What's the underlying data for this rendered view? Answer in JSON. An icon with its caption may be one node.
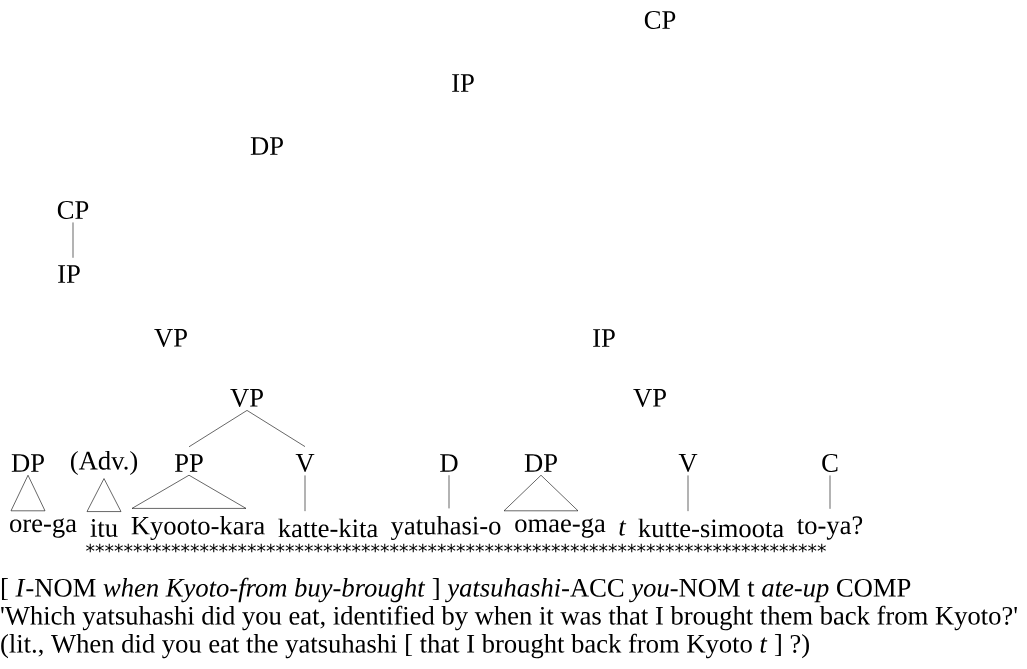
{
  "diagram": {
    "nodes": [
      {
        "text": [
          "CP"
        ]
      },
      {
        "text": [
          "IP"
        ]
      },
      {
        "text": [
          "DP"
        ]
      },
      {
        "text": [
          "CP"
        ]
      },
      {
        "text": [
          "IP"
        ]
      },
      {
        "text": [
          "VP"
        ]
      },
      {
        "text": [
          "IP"
        ]
      },
      {
        "text": [
          "VP"
        ]
      },
      {
        "text": [
          "VP"
        ]
      },
      {
        "text": [
          "DP"
        ]
      },
      {
        "text": [
          "(Adv.)"
        ]
      },
      {
        "text": [
          "PP"
        ]
      },
      {
        "text": [
          "V"
        ]
      },
      {
        "text": [
          "D"
        ]
      },
      {
        "text": [
          "DP"
        ]
      },
      {
        "text": [
          "V"
        ]
      },
      {
        "text": [
          "C"
        ]
      },
      {
        "text": [
          "ore-ga"
        ]
      },
      {
        "text": [
          "itu"
        ]
      },
      {
        "text": [
          "Kyooto-kara"
        ]
      },
      {
        "text": [
          "katte-kita"
        ]
      },
      {
        "text": [
          "yatuhasi-o"
        ]
      },
      {
        "text": [
          "omae-ga"
        ]
      },
      {
        "text": [
          "t"
        ]
      },
      {
        "text": [
          "kutte-simoota"
        ]
      },
      {
        "text": [
          "to-ya?"
        ]
      }
    ],
    "edges": [
      {
        "from": 3,
        "to": 4,
        "arrow": "none"
      },
      {
        "from": 7,
        "to": 11,
        "arrow": "none"
      },
      {
        "from": 7,
        "to": 12,
        "arrow": "none"
      },
      {
        "from": 9,
        "to": 17,
        "arrow": "none"
      },
      {
        "from": 10,
        "to": 18,
        "arrow": "none"
      },
      {
        "from": 11,
        "to": 19,
        "arrow": "none"
      },
      {
        "from": 12,
        "to": 20,
        "arrow": "none"
      },
      {
        "from": 13,
        "to": 21,
        "arrow": "none"
      },
      {
        "from": 14,
        "to": 22,
        "arrow": "none"
      },
      {
        "from": 15,
        "to": 24,
        "arrow": "none"
      },
      {
        "from": 16,
        "to": 25,
        "arrow": "none"
      }
    ],
    "labels": [
      "⁎⁎⁎⁎⁎⁎⁎⁎⁎⁎⁎⁎⁎⁎⁎⁎⁎⁎⁎⁎⁎⁎⁎⁎⁎⁎⁎⁎⁎⁎⁎⁎⁎⁎⁎⁎⁎⁎⁎⁎⁎⁎⁎⁎⁎⁎⁎⁎⁎⁎⁎⁎⁎⁎⁎⁎⁎⁎⁎⁎⁎⁎⁎⁎⁎⁎⁎⁎⁎⁎⁎⁎⁎⁎⁎⁎⁎⁎",
      "[ *I*-NOM *when Kyoto-from buy-brought* ] *yatsuhashi*-ACC *you*-NOM  t  *ate-up* COMP",
      "'Which yatsuhashi did you eat, identified by when it was that I brought them back from Kyoto?'",
      "(lit., When did you eat the yatsuhashi [ that I brought back from Kyoto *t* ] ?)"
    ]
  }
}
